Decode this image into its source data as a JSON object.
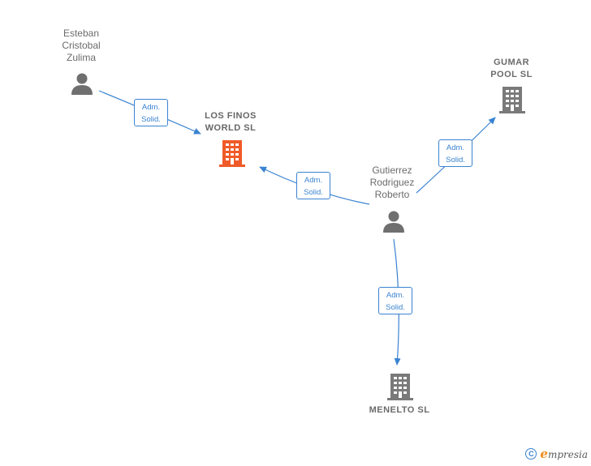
{
  "nodes": {
    "esteban": {
      "label": "Esteban\nCristobal\nZulima",
      "type": "person"
    },
    "losfinos": {
      "label": "LOS FINOS\nWORLD  SL",
      "type": "company-focus"
    },
    "gumar": {
      "label": "GUMAR\nPOOL  SL",
      "type": "company"
    },
    "gutierrez": {
      "label": "Gutierrez\nRodriguez\nRoberto",
      "type": "person"
    },
    "menelto": {
      "label": "MENELTO  SL",
      "type": "company"
    }
  },
  "edges": [
    {
      "id": "e1",
      "line1": "Adm.",
      "line2": "Solid."
    },
    {
      "id": "e2",
      "line1": "Adm.",
      "line2": "Solid."
    },
    {
      "id": "e3",
      "line1": "Adm.",
      "line2": "Solid."
    },
    {
      "id": "e4",
      "line1": "Adm.",
      "line2": "Solid."
    }
  ],
  "colors": {
    "edge": "#3a83d1",
    "person_icon": "#6f6f6f",
    "company_icon": "#7a7a7a",
    "focus_company_icon": "#f05a28"
  },
  "footer": {
    "copyright_symbol": "C",
    "brand_initial": "e",
    "brand_rest": "mpresia"
  }
}
